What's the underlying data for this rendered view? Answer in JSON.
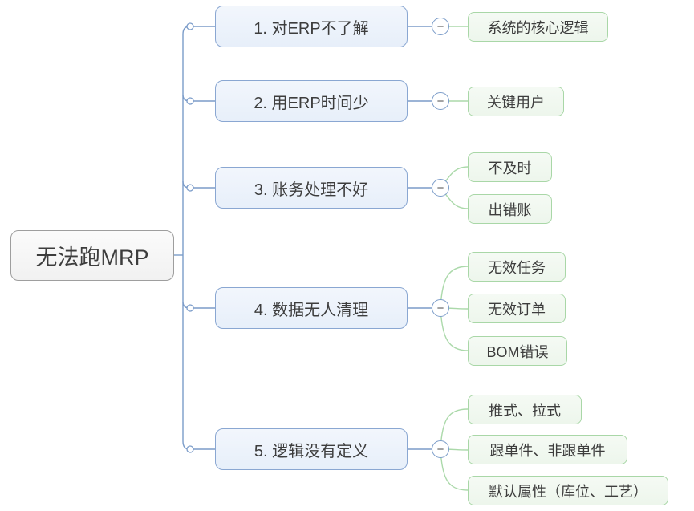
{
  "diagram": {
    "root": {
      "label": "无法跑MRP"
    },
    "branches": [
      {
        "label": "1. 对ERP不了解",
        "children": [
          {
            "label": "系统的核心逻辑"
          }
        ]
      },
      {
        "label": "2. 用ERP时间少",
        "children": [
          {
            "label": "关键用户"
          }
        ]
      },
      {
        "label": "3. 账务处理不好",
        "children": [
          {
            "label": "不及时"
          },
          {
            "label": "出错账"
          }
        ]
      },
      {
        "label": "4. 数据无人清理",
        "children": [
          {
            "label": "无效任务"
          },
          {
            "label": "无效订单"
          },
          {
            "label": "BOM错误"
          }
        ]
      },
      {
        "label": "5. 逻辑没有定义",
        "children": [
          {
            "label": "推式、拉式"
          },
          {
            "label": "跟单件、非跟单件"
          },
          {
            "label": "默认属性（库位、工艺）"
          }
        ]
      }
    ],
    "collapse_icon": "−",
    "colors": {
      "branch_border": "#8aa7d2",
      "branch_fill": "#ebf2fa",
      "leaf_border": "#a9d7a7",
      "leaf_fill": "#f0f8ef",
      "root_border": "#9e9e9e",
      "root_fill": "#f6f6f6",
      "connector_blue": "#7b9cc9",
      "connector_green": "#abd9aa",
      "text": "#3d3d3d"
    }
  }
}
